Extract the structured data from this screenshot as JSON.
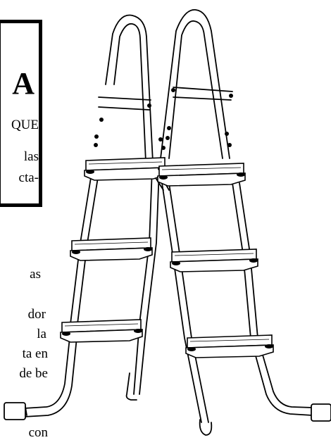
{
  "warning_box": {
    "heading": "A",
    "lines": [
      "QUE",
      "las",
      "cta-"
    ]
  },
  "body_text": {
    "lines": [
      "as",
      "dor",
      "la",
      "ta en",
      "de be",
      "con"
    ]
  },
  "illustration": {
    "subject": "pool-a-frame-ladder-icon"
  }
}
